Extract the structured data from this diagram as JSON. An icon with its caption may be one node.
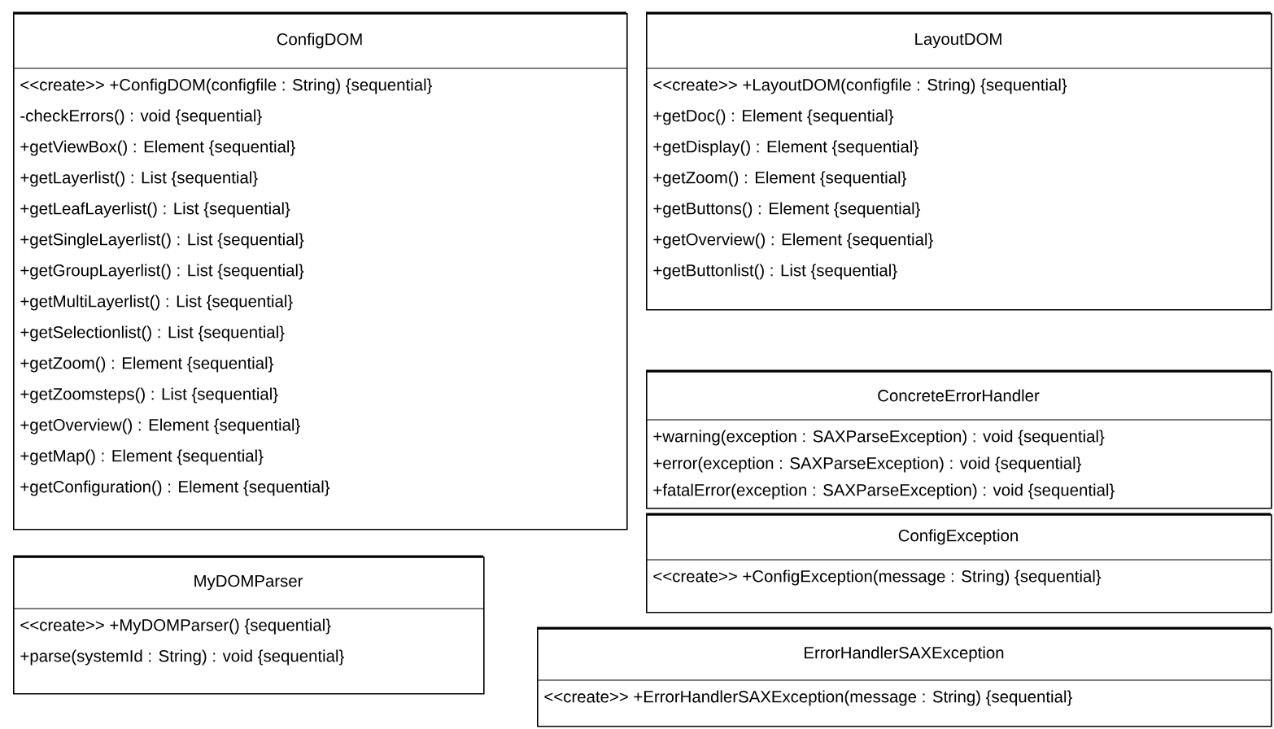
{
  "diagram": {
    "nodes": [
      {
        "text": [
          "ConfigDOM",
          "<<create>> +ConfigDOM(configfile : String) {sequential}",
          "-checkErrors() : void {sequential}",
          "+getViewBox() : Element {sequential}",
          "+getLayerlist() : List {sequential}",
          "+getLeafLayerlist() : List {sequential}",
          "+getSingleLayerlist() : List {sequential}",
          "+getGroupLayerlist() : List {sequential}",
          "+getMultiLayerlist() : List {sequential}",
          "+getSelectionlist() : List {sequential}",
          "+getZoom() : Element {sequential}",
          "+getZoomsteps() : List {sequential}",
          "+getOverview() : Element {sequential}",
          "+getMap() : Element {sequential}",
          "+getConfiguration() : Element {sequential}"
        ]
      },
      {
        "text": [
          "LayoutDOM",
          "<<create>> +LayoutDOM(configfile : String) {sequential}",
          "+getDoc() : Element {sequential}",
          "+getDisplay() : Element {sequential}",
          "+getZoom() : Element {sequential}",
          "+getButtons() : Element {sequential}",
          "+getOverview() : Element {sequential}",
          "+getButtonlist() : List {sequential}"
        ]
      },
      {
        "text": [
          "ConcreteErrorHandler",
          "+warning(exception : SAXParseException) : void {sequential}",
          "+error(exception : SAXParseException) : void {sequential}",
          "+fatalError(exception : SAXParseException) : void {sequential}"
        ]
      },
      {
        "text": [
          "ConfigException",
          "<<create>> +ConfigException(message : String) {sequential}"
        ]
      },
      {
        "text": [
          "MyDOMParser",
          "<<create>> +MyDOMParser() {sequential}",
          "+parse(systemId : String) : void {sequential}"
        ]
      },
      {
        "text": [
          "ErrorHandlerSAXException",
          "<<create>> +ErrorHandlerSAXException(message : String) {sequential}"
        ]
      }
    ]
  }
}
